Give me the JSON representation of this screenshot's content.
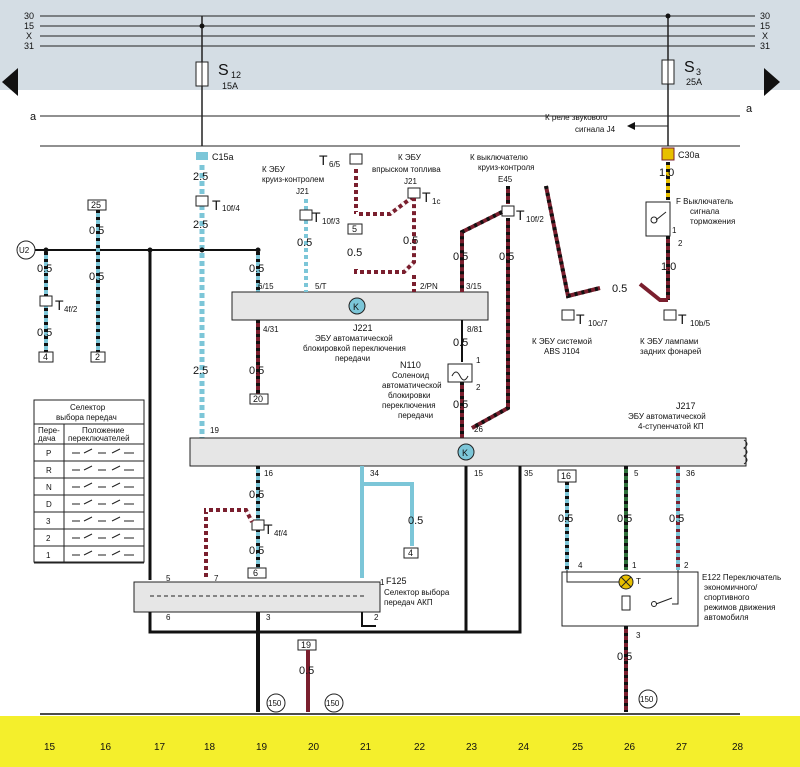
{
  "buses": {
    "left": [
      "30",
      "15",
      "X",
      "31"
    ],
    "right": [
      "30",
      "15",
      "X",
      "31"
    ],
    "line_a_left": "a",
    "line_a_right": "a"
  },
  "fuses": {
    "s12_name": "S",
    "s12_sub": "12",
    "s12_rating": "15A",
    "s3_name": "S",
    "s3_sub": "3",
    "s3_rating": "25A"
  },
  "horn_relay": {
    "line1": "К реле звукового",
    "line2": "сигнала J4"
  },
  "connectors": {
    "c15a": "C15a",
    "c30a": "C30a",
    "t10f4": "T",
    "t10f4_sub": "10f/4",
    "t4f2": "T",
    "t4f2_sub": "4f/2",
    "t10f3": "T",
    "t10f3_sub": "10f/3",
    "t6_5": "T",
    "t6_5_sub": "6/5",
    "t1c": "T",
    "t1c_sub": "1c",
    "t10f2": "T",
    "t10f2_sub": "10f/2",
    "t10c7": "T",
    "t10c7_sub": "10c/7",
    "t10b5": "T",
    "t10b5_sub": "10b/5",
    "t4f4": "T",
    "t4f4_sub": "4f/4",
    "u2": "U2"
  },
  "components": {
    "j21_a": "J21",
    "j21_b": "J21",
    "e45": "E45",
    "cruise_ecu": [
      "К ЭБУ",
      "круиз-контролем"
    ],
    "injection_ecu": [
      "К ЭБУ",
      "впрыском топлива"
    ],
    "cruise_switch": [
      "К выключателю",
      "круиз-контроля"
    ],
    "brake_switch": [
      "F  Выключатель",
      "сигнала",
      "торможения"
    ],
    "abs": [
      "К ЭБУ системой",
      "ABS J104"
    ],
    "rear_lamps": [
      "К ЭБУ лампами",
      "задних фонарей"
    ],
    "j221": [
      "J221",
      "ЭБУ автоматической",
      "блокировкой переключения",
      "передачи"
    ],
    "n110": [
      "N110",
      "Соленоид",
      "автоматической",
      "блокировки",
      "переключения",
      "передачи"
    ],
    "j217": [
      "J217",
      "ЭБУ автоматической",
      "4-ступенчатой КП"
    ],
    "f125": [
      "F125",
      "Селектор выбора",
      "передач АКП"
    ],
    "e122": [
      "E122  Переключатель",
      "экономичного/",
      "спортивного",
      "режимов движения",
      "автомобиля"
    ],
    "k_symbol": "K"
  },
  "wire_labels": {
    "w2_5_a": "2.5",
    "w2_5_b": "2.5",
    "w2_5_c": "2.5",
    "w0_5": "0.5",
    "w1_0": "1.0"
  },
  "pin_labels": {
    "p6_15": "6/15",
    "p5_t": "5/T",
    "p2_pn": "2/PN",
    "p3_15": "3/15",
    "p4_31": "4/31",
    "p8_81": "8/81",
    "p19": "19",
    "p26": "26",
    "p16": "16",
    "p34": "34",
    "p15": "15",
    "p35": "35",
    "p5": "5",
    "p36": "36",
    "p3": "3",
    "p2": "2",
    "p1": "1",
    "p4": "4",
    "p6": "6",
    "p7": "7",
    "pF": "F",
    "pT": "T"
  },
  "boxes": [
    "25",
    "4",
    "2",
    "5",
    "20",
    "16",
    "4",
    "6",
    "19"
  ],
  "grounds": [
    "150",
    "150",
    "150"
  ],
  "selector_table": {
    "title": [
      "Селектор",
      "выбора передач"
    ],
    "col1": [
      "Пере-",
      "дача"
    ],
    "col2": [
      "Положение",
      "переключателей"
    ],
    "rows": [
      "P",
      "R",
      "N",
      "D",
      "3",
      "2",
      "1"
    ]
  },
  "columns": [
    "15",
    "16",
    "17",
    "18",
    "19",
    "20",
    "21",
    "22",
    "23",
    "24",
    "25",
    "26",
    "27",
    "28"
  ],
  "colors": {
    "header_band": "#d4dde4",
    "footer_band": "#f4ef2c",
    "brown_red": "#7a1f2e",
    "dash_white": "#ffffff",
    "blue": "#7cc6d8",
    "black": "#111111",
    "yellow": "#e8c000",
    "green": "#2f6f3a"
  }
}
